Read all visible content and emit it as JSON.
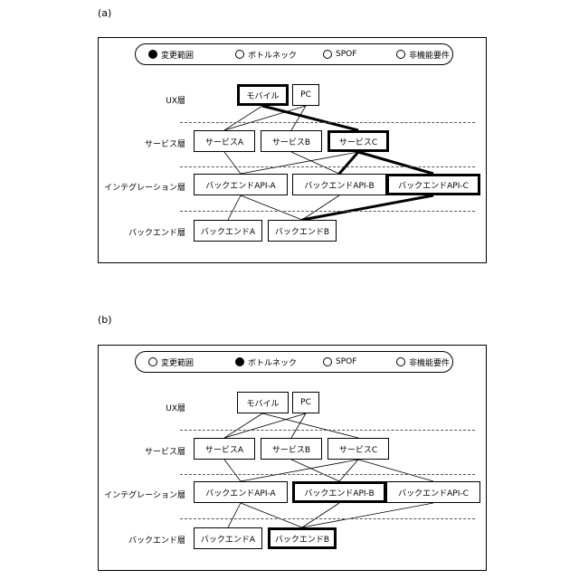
{
  "legend": {
    "change_scope": "変更範囲",
    "bottleneck": "ボトルネック",
    "spof": "SPOF",
    "nonfunctional": "非機能要件"
  },
  "layers": {
    "ux": "UX層",
    "service": "サービス層",
    "integration": "インテグレーション層",
    "backend": "バックエンド層"
  },
  "nodes": {
    "mobile": "モバイル",
    "pc": "PC",
    "service_a": "サービスA",
    "service_b": "サービスB",
    "service_c": "サービスC",
    "api_a": "バックエンドAPI-A",
    "api_b": "バックエンドAPI-B",
    "api_c": "バックエンドAPI-C",
    "backend_a": "バックエンドA",
    "backend_b": "バックエンドB"
  },
  "panels": [
    {
      "label": "(a)",
      "legend_selected": "change_scope",
      "highlighted_nodes": [
        "mobile",
        "service_c",
        "api_c"
      ],
      "highlighted_edges": [
        [
          "mobile",
          "service_c"
        ],
        [
          "service_c",
          "api_b"
        ],
        [
          "service_c",
          "api_c"
        ],
        [
          "api_c",
          "backend_b"
        ]
      ]
    },
    {
      "label": "(b)",
      "legend_selected": "bottleneck",
      "highlighted_nodes": [
        "api_b",
        "backend_b"
      ],
      "highlighted_edges": []
    }
  ],
  "edges": [
    [
      "mobile",
      "service_a"
    ],
    [
      "mobile",
      "service_c"
    ],
    [
      "pc",
      "service_a"
    ],
    [
      "pc",
      "service_b"
    ],
    [
      "service_a",
      "api_a"
    ],
    [
      "service_b",
      "api_b"
    ],
    [
      "service_c",
      "api_a"
    ],
    [
      "service_c",
      "api_b"
    ],
    [
      "service_c",
      "api_c"
    ],
    [
      "api_a",
      "backend_a"
    ],
    [
      "api_a",
      "backend_b"
    ],
    [
      "api_b",
      "backend_b"
    ],
    [
      "api_c",
      "backend_b"
    ]
  ]
}
